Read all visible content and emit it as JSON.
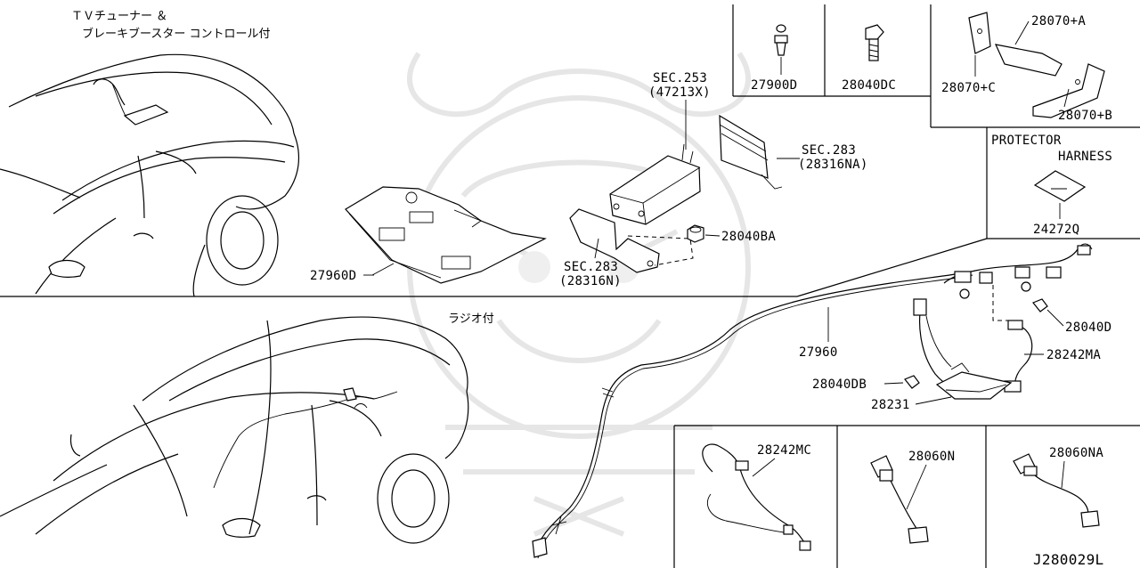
{
  "diagram": {
    "sections": {
      "tv_tuner_note_line1": "ＴＶチューナー ＆",
      "tv_tuner_note_line2": "ブレーキブースター コントロール付",
      "radio_note": "ラジオ付",
      "protector_line1": "PROTECTOR",
      "protector_line2": "HARNESS"
    },
    "callouts": {
      "p27960D": "27960D",
      "sec253_line1": "SEC.253",
      "sec253_line2": "(47213X)",
      "sec283a_line1": "SEC.283",
      "sec283a_line2": "(28316NA)",
      "sec283b_line1": "SEC.283",
      "sec283b_line2": "(28316N)",
      "p28040BA": "28040BA",
      "p27900D": "27900D",
      "p28040DC": "28040DC",
      "p28070A": "28070+A",
      "p28070C": "28070+C",
      "p28070B": "28070+B",
      "p24272Q": "24272Q",
      "p27960": "27960",
      "p28040D": "28040D",
      "p28242MA": "28242MA",
      "p28040DB": "28040DB",
      "p28231": "28231",
      "p28242MC": "28242MC",
      "p28060N": "28060N",
      "p28060NA": "28060NA"
    },
    "diagram_code": "J280029L"
  }
}
